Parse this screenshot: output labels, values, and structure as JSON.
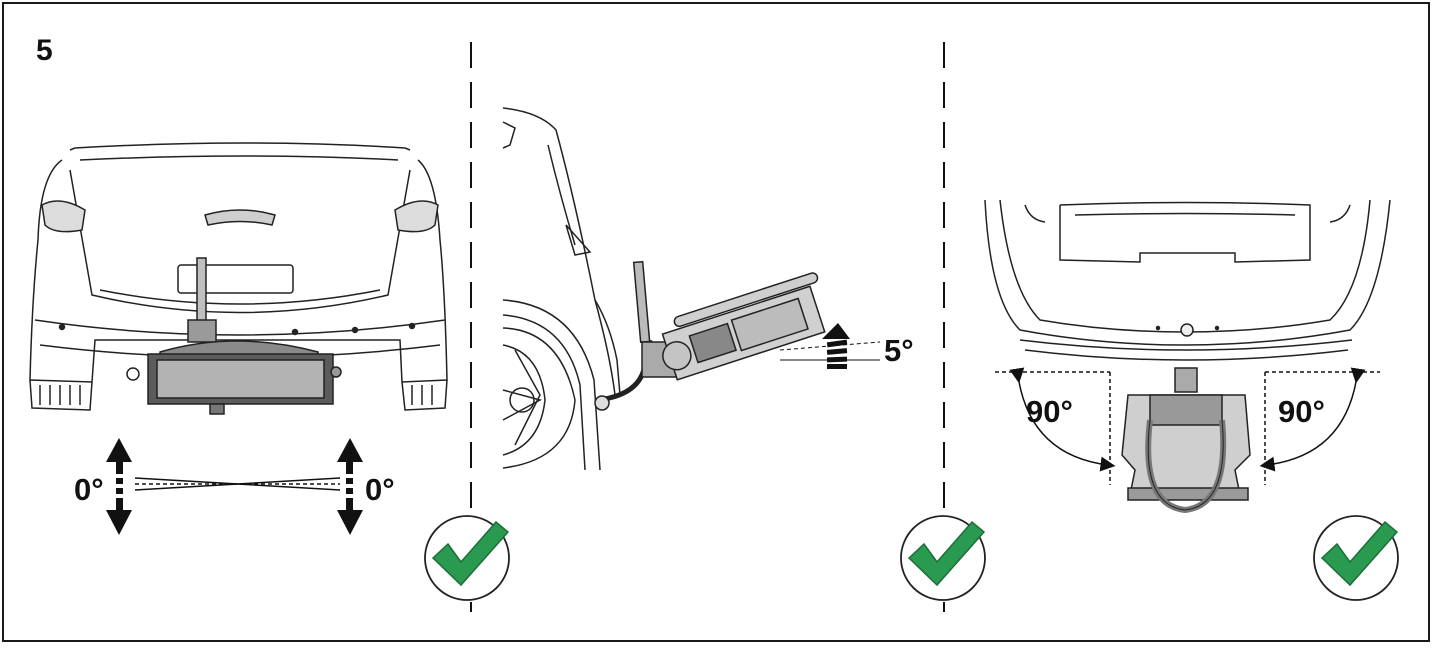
{
  "step_number": "5",
  "panels": [
    {
      "id": "rear-view",
      "angle_labels": [
        "0°",
        "0°"
      ],
      "status": "ok",
      "check_color": "#2a9a50"
    },
    {
      "id": "side-view",
      "angle_label": "5°",
      "status": "ok",
      "check_color": "#2a9a50"
    },
    {
      "id": "top-view",
      "angle_labels": [
        "90°",
        "90°"
      ],
      "status": "ok",
      "check_color": "#2a9a50"
    }
  ],
  "icons": [
    "check-mark-icon",
    "up-down-arrow-icon",
    "tilt-up-arrow-icon",
    "angle-arc-icon"
  ]
}
